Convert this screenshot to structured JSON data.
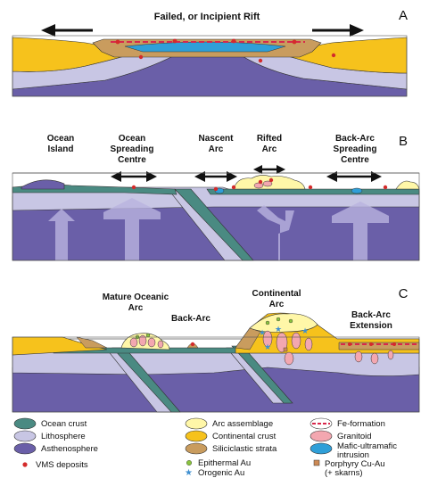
{
  "panels": {
    "a": {
      "letter": "A",
      "title": "Failed, or Incipient Rift"
    },
    "b": {
      "letter": "B",
      "labels": {
        "ocean_island_1": "Ocean",
        "ocean_island_2": "Island",
        "ocean_spreading_1": "Ocean",
        "ocean_spreading_2": "Spreading",
        "ocean_spreading_3": "Centre",
        "nascent_1": "Nascent",
        "nascent_2": "Arc",
        "rifted_1": "Rifted",
        "rifted_2": "Arc",
        "backarc_1": "Back-Arc",
        "backarc_2": "Spreading",
        "backarc_3": "Centre"
      }
    },
    "c": {
      "letter": "C",
      "labels": {
        "mature_1": "Mature Oceanic",
        "mature_2": "Arc",
        "backarc": "Back-Arc",
        "continental_1": "Continental",
        "continental_2": "Arc",
        "extension_1": "Back-Arc",
        "extension_2": "Extension"
      }
    }
  },
  "legend": {
    "ocean_crust": "Ocean crust",
    "lithosphere": "Lithosphere",
    "asthenosphere": "Asthenosphere",
    "vms": "VMS deposits",
    "arc_assemblage": "Arc assemblage",
    "continental_crust": "Continental crust",
    "siliciclastic": "Siliciclastic strata",
    "epithermal": "Epithermal Au",
    "orogenic": "Orogenic Au",
    "fe_formation": "Fe-formation",
    "granitoid": "Granitoid",
    "mafic_1": "Mafic-ultramafic",
    "mafic_2": "intrusion",
    "porphyry_1": "Porphyry Cu-Au",
    "porphyry_2": "(+ skarns)"
  },
  "colors": {
    "ocean_crust": "#4a8a82",
    "lithosphere": "#c8c6e4",
    "asthenosphere": "#6a5fa8",
    "arc_assemblage": "#fff7a8",
    "continental_crust": "#f6c21c",
    "siliciclastic": "#c99c5e",
    "granitoid": "#f3a7b0",
    "mafic": "#2f9fd8",
    "vms": "#d42b2b",
    "epithermal": "#8ac43f",
    "orogenic": "#3f8fd0",
    "porphyry": "#cd8a55",
    "fe_formation": "#d8284b"
  }
}
